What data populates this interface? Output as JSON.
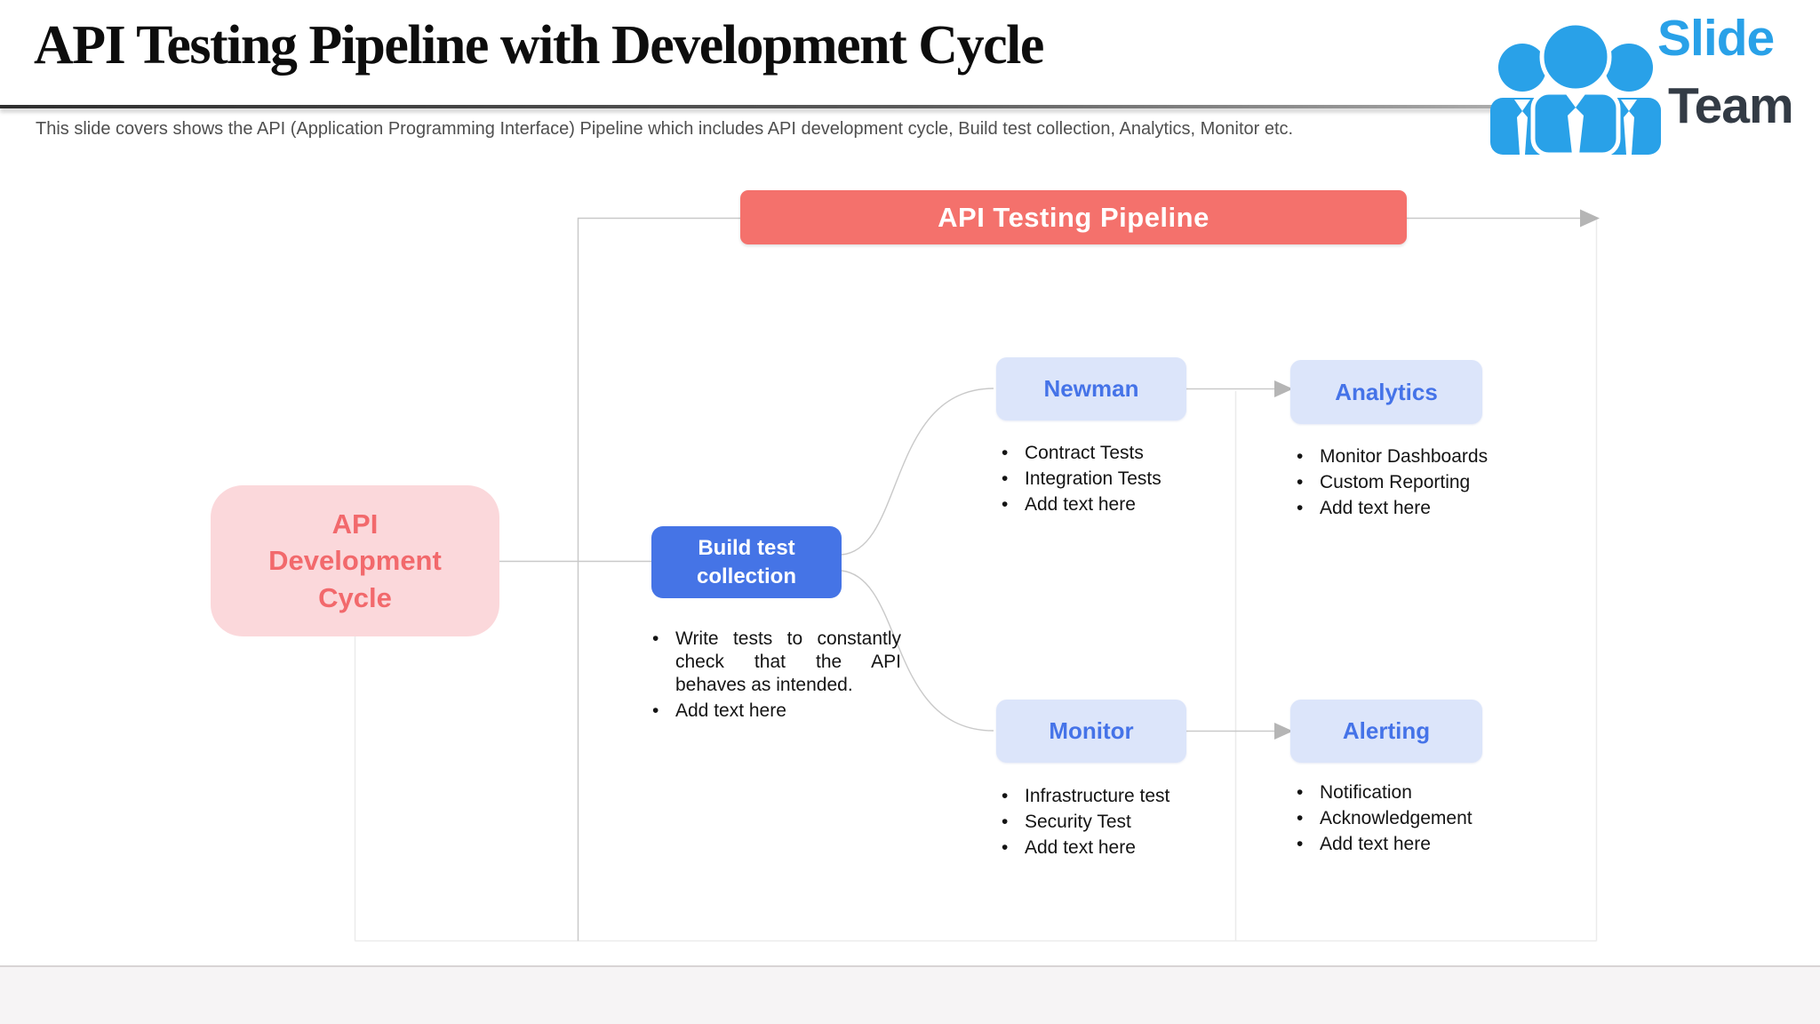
{
  "header": {
    "title": "API Testing Pipeline with Development Cycle",
    "subtitle": "This slide covers shows the API (Application Programming Interface) Pipeline which includes API development cycle, Build test collection, Analytics, Monitor etc."
  },
  "logo": {
    "line1": "Slide",
    "line2": "Team"
  },
  "diagram": {
    "banner": {
      "label": "API Testing Pipeline"
    },
    "dev_cycle": {
      "label": "API Development Cycle"
    },
    "build": {
      "label": "Build test collection",
      "bullets": [
        "Write tests to constantly check that the API behaves as intended.",
        "Add text here"
      ]
    },
    "nodes": [
      {
        "id": "newman",
        "label": "Newman",
        "bullets": [
          "Contract Tests",
          "Integration Tests",
          "Add text here"
        ]
      },
      {
        "id": "analytics",
        "label": "Analytics",
        "bullets": [
          "Monitor Dashboards",
          "Custom Reporting",
          "Add text here"
        ]
      },
      {
        "id": "monitor",
        "label": "Monitor",
        "bullets": [
          "Infrastructure test",
          "Security Test",
          "Add text here"
        ]
      },
      {
        "id": "alerting",
        "label": "Alerting",
        "bullets": [
          "Notification",
          "Acknowledgement",
          "Add text here"
        ]
      }
    ]
  },
  "colors": {
    "banner_bg": "#F4716C",
    "banner_text": "#FFFFFF",
    "dev_bg": "#FBD8DB",
    "dev_text": "#F2696C",
    "build_bg": "#4574E6",
    "build_text": "#FFFFFF",
    "node_bg": "#DCE5FA",
    "node_text": "#4573E8",
    "line": "#C9C9C9",
    "faint_line": "#EBEBEB",
    "arrow": "#B5B5B5",
    "logo_blue": "#29A1E8",
    "logo_dark": "#333B45",
    "title_color": "#0D0D0D",
    "subtitle_color": "#4F4F4F",
    "bullet_color": "#141414",
    "footer_line": "#D8D4D5",
    "footer_bg": "#F6F4F5"
  }
}
